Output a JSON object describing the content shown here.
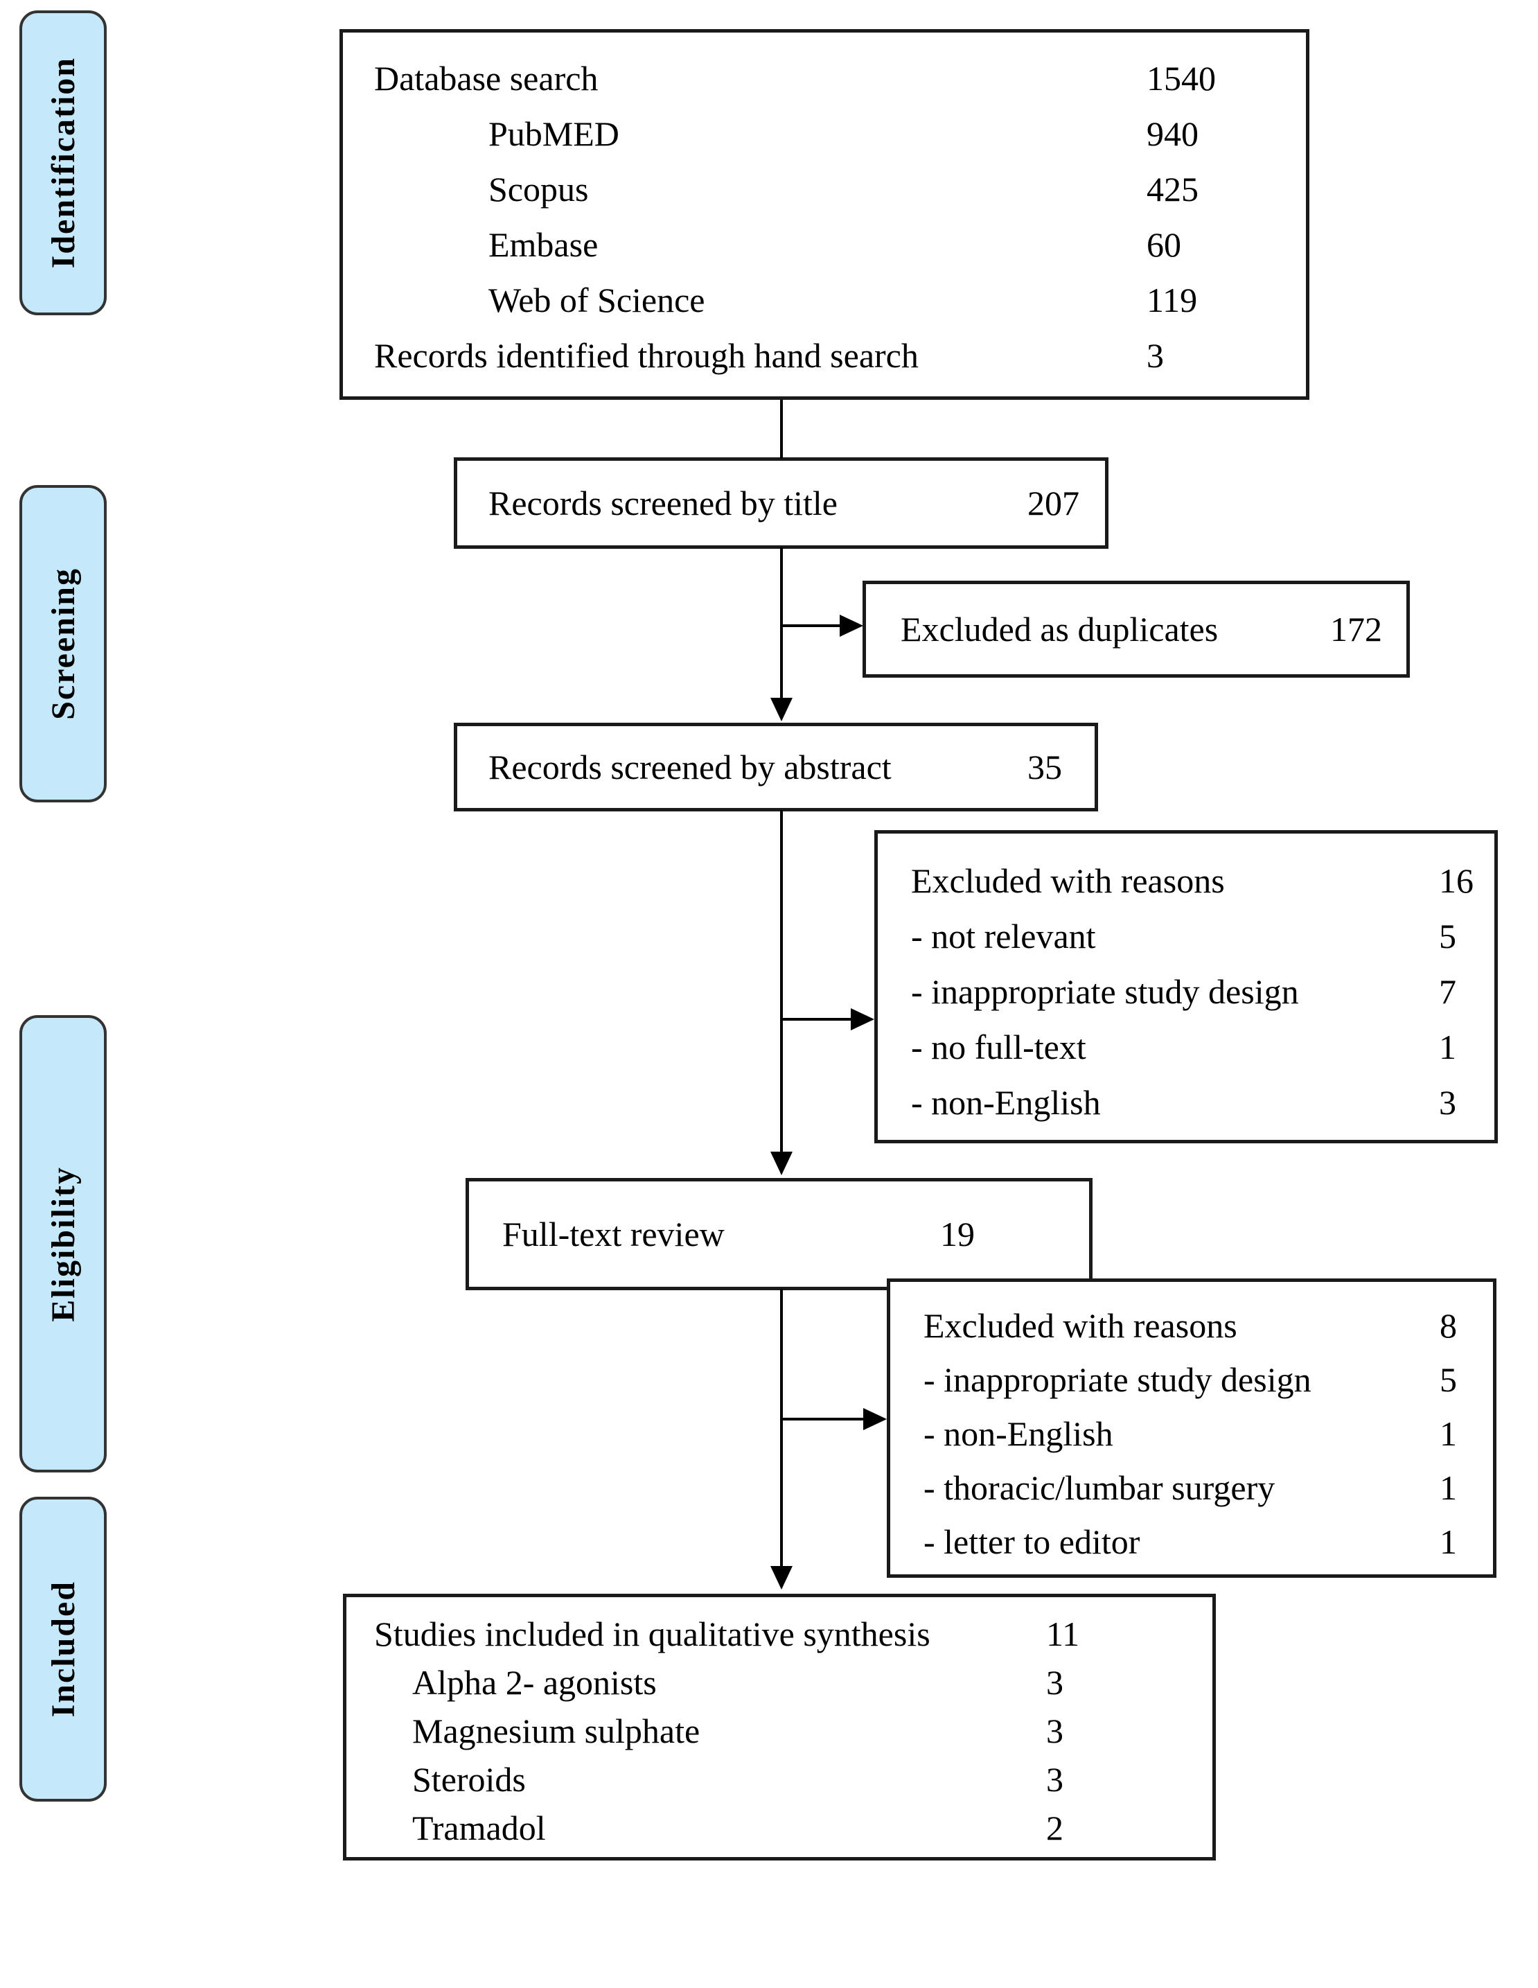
{
  "figure": {
    "type": "prisma-flow-diagram",
    "colors": {
      "stage_fill": "#c5e9fa",
      "stage_border": "#333333",
      "box_border": "#1a1a1a",
      "background": "#ffffff",
      "text": "#000000"
    }
  },
  "stages": [
    {
      "label": "Identification"
    },
    {
      "label": "Screening"
    },
    {
      "label": "Eligibility"
    },
    {
      "label": "Included"
    }
  ],
  "boxes": [
    {
      "id": "database-search",
      "rows": [
        {
          "label": "Database search",
          "value": "1540"
        },
        {
          "label": "PubMED",
          "value": "940"
        },
        {
          "label": "Scopus",
          "value": "425"
        },
        {
          "label": "Embase",
          "value": "60"
        },
        {
          "label": "Web of Science",
          "value": "119"
        },
        {
          "label": "Records identified through hand search",
          "value": "3"
        }
      ]
    },
    {
      "id": "records-screened-by-title",
      "rows": [
        {
          "label": "Records screened by title",
          "value": "207"
        }
      ]
    },
    {
      "id": "excluded-as-duplicates",
      "rows": [
        {
          "label": "Excluded as duplicates",
          "value": "172"
        }
      ]
    },
    {
      "id": "records-screened-by-abstract",
      "rows": [
        {
          "label": "Records screened by abstract",
          "value": "35"
        }
      ]
    },
    {
      "id": "excluded-with-reasons-abstract",
      "rows": [
        {
          "label": "Excluded with reasons",
          "value": "16"
        },
        {
          "label": "- not relevant",
          "value": "5"
        },
        {
          "label": "- inappropriate study design",
          "value": "7"
        },
        {
          "label": "- no full-text",
          "value": "1"
        },
        {
          "label": "- non-English",
          "value": "3"
        }
      ]
    },
    {
      "id": "full-text-review",
      "rows": [
        {
          "label": "Full-text review",
          "value": "19"
        }
      ]
    },
    {
      "id": "excluded-with-reasons-fulltext",
      "rows": [
        {
          "label": "Excluded with reasons",
          "value": "8"
        },
        {
          "label": "- inappropriate study design",
          "value": "5"
        },
        {
          "label": "- non-English",
          "value": "1"
        },
        {
          "label": "- thoracic/lumbar surgery",
          "value": "1"
        },
        {
          "label": "- letter to editor",
          "value": "1"
        }
      ]
    },
    {
      "id": "studies-included",
      "rows": [
        {
          "label": "Studies included in qualitative synthesis",
          "value": "11"
        },
        {
          "label": "Alpha 2- agonists",
          "value": "3"
        },
        {
          "label": "Magnesium sulphate",
          "value": "3"
        },
        {
          "label": "Steroids",
          "value": "3"
        },
        {
          "label": "Tramadol",
          "value": "2"
        }
      ]
    }
  ]
}
